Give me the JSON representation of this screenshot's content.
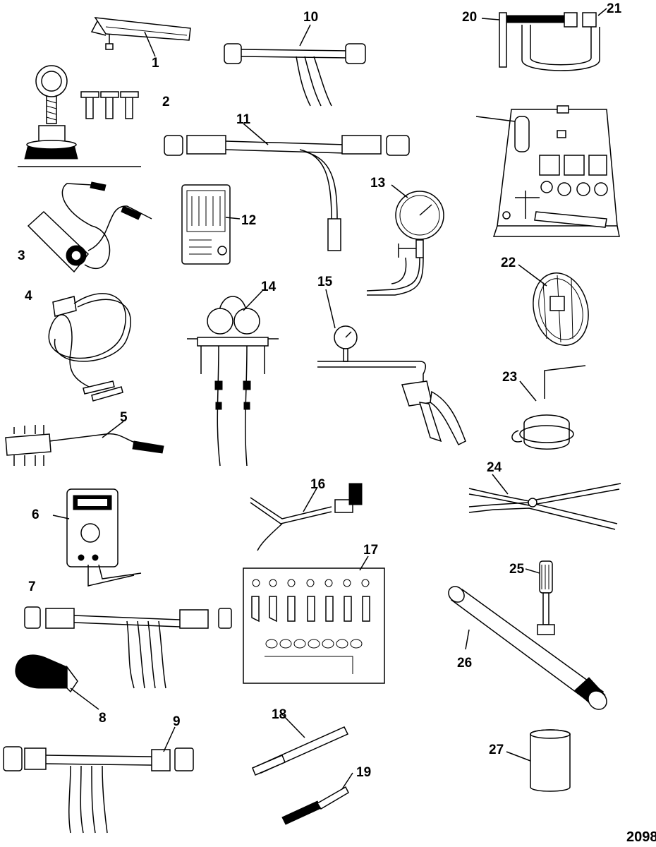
{
  "figure_number": "2098",
  "callouts": [
    "1",
    "2",
    "3",
    "4",
    "5",
    "6",
    "7",
    "8",
    "9",
    "10",
    "11",
    "12",
    "13",
    "14",
    "15",
    "16",
    "17",
    "18",
    "19",
    "20",
    "21",
    "22",
    "23",
    "24",
    "25",
    "26",
    "27"
  ],
  "tools": [
    {
      "callout": "1",
      "icon": "lever-tool-icon"
    },
    {
      "callout": "2",
      "icon": "lifting-eye-fixture-icon"
    },
    {
      "callout": "3",
      "icon": "inductive-probe-icon"
    },
    {
      "callout": "4",
      "icon": "test-lead-cable-icon"
    },
    {
      "callout": "5",
      "icon": "jumper-clip-set-icon"
    },
    {
      "callout": "6",
      "icon": "multimeter-icon"
    },
    {
      "callout": "7",
      "icon": "test-harness-icon"
    },
    {
      "callout": "8",
      "icon": "nose-cone-icon"
    },
    {
      "callout": "9",
      "icon": "test-harness-icon"
    },
    {
      "callout": "10",
      "icon": "adapter-harness-icon"
    },
    {
      "callout": "11",
      "icon": "adapter-harness-icon"
    },
    {
      "callout": "12",
      "icon": "terminal-tool-kit-icon"
    },
    {
      "callout": "13",
      "icon": "pressure-gauge-icon"
    },
    {
      "callout": "14",
      "icon": "manifold-gauge-set-icon"
    },
    {
      "callout": "15",
      "icon": "vacuum-pump-icon"
    },
    {
      "callout": "16",
      "icon": "spark-gap-tester-icon"
    },
    {
      "callout": "17",
      "icon": "terminal-pin-kit-icon"
    },
    {
      "callout": "18",
      "icon": "driver-rod-icon"
    },
    {
      "callout": "19",
      "icon": "pin-punch-icon"
    },
    {
      "callout": "20",
      "icon": "screw-clamp-icon"
    },
    {
      "callout": "21",
      "icon": "c-clamp-frame-icon"
    },
    {
      "callout": "22",
      "icon": "filter-wrench-icon"
    },
    {
      "callout": "23",
      "icon": "spring-tool-icon"
    },
    {
      "callout": "24",
      "icon": "pliers-icon"
    },
    {
      "callout": "25",
      "icon": "bolt-puller-icon"
    },
    {
      "callout": "26",
      "icon": "alignment-shaft-icon"
    },
    {
      "callout": "27",
      "icon": "sleeve-icon"
    },
    {
      "callout": "",
      "icon": "tool-case-icon"
    }
  ]
}
